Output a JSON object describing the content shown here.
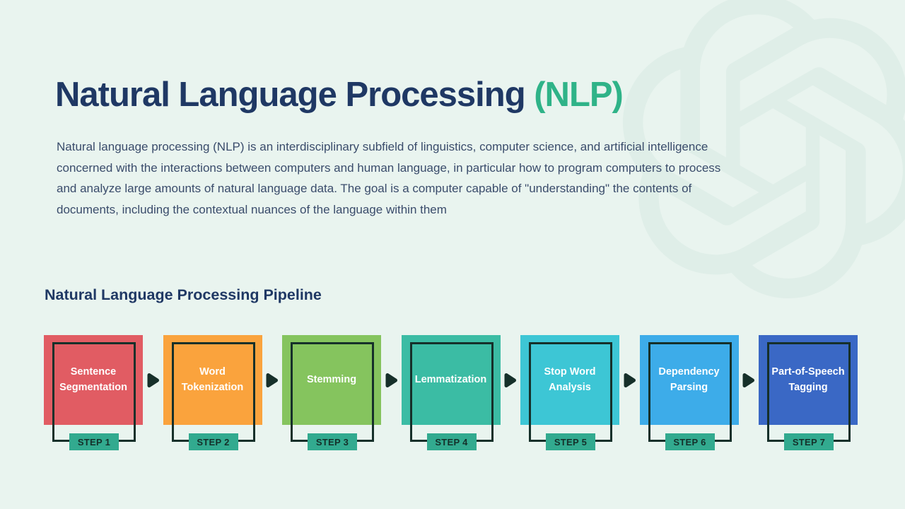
{
  "page": {
    "background_color": "#E9F4EF",
    "watermark_color": "#DFEEE8"
  },
  "header": {
    "title": "Natural Language Processing",
    "title_highlight": " (NLP)",
    "title_color": "#1F3864",
    "highlight_color": "#2FB388"
  },
  "intro": {
    "text_color": "#3A4C6B",
    "lines": [
      "Natural language processing (NLP) is an interdisciplinary subfield of linguistics, computer science, and artificial intelligence",
      "concerned with the interactions between computers and human language, in particular how to program computers to process",
      "and analyze large amounts of natural language data. The goal is a computer capable of \"understanding\" the contents of",
      "documents, including the contextual nuances of the language within them"
    ]
  },
  "pipeline": {
    "heading": "Natural Language Processing Pipeline",
    "heading_color": "#1F3864",
    "outline_color": "#16302A",
    "arrow_color": "#16302A",
    "badge_background": "#32AA8F",
    "badge_text_color": "#14302A",
    "steps": [
      {
        "label": "Sentence Segmentation",
        "badge": "STEP 1",
        "color": "#E15C63"
      },
      {
        "label": "Word Tokenization",
        "badge": "STEP 2",
        "color": "#FAA33D"
      },
      {
        "label": "Stemming",
        "badge": "STEP 3",
        "color": "#85C45E"
      },
      {
        "label": "Lemmatization",
        "badge": "STEP 4",
        "color": "#3BBCA4"
      },
      {
        "label": "Stop Word Analysis",
        "badge": "STEP 5",
        "color": "#3DC6D5"
      },
      {
        "label": "Dependency Parsing",
        "badge": "STEP 6",
        "color": "#3DACE9"
      },
      {
        "label": "Part-of-Speech Tagging",
        "badge": "STEP 7",
        "color": "#3A68C5"
      }
    ]
  }
}
